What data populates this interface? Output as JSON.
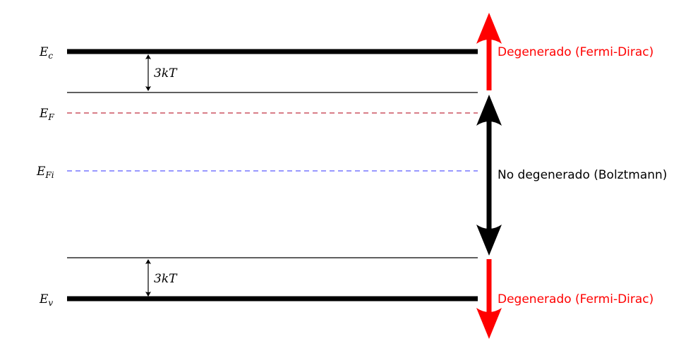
{
  "levels": {
    "ec": {
      "main": "E",
      "sub": "c"
    },
    "ef": {
      "main": "E",
      "sub": "F"
    },
    "efi": {
      "main": "E",
      "sub": "Fi"
    },
    "ev": {
      "main": "E",
      "sub": "v"
    }
  },
  "gaps": {
    "upper": "3kT",
    "lower": "3kT"
  },
  "regions": {
    "top": "Degenerado (Fermi-Dirac)",
    "middle": "No degenerado (Bolztmann)",
    "bottom": "Degenerado (Fermi-Dirac)"
  },
  "colors": {
    "degenerate": "#ff0000",
    "nondegenerate": "#000000",
    "fermi_level": "#c03040",
    "intrinsic_level": "#5a5aff"
  }
}
